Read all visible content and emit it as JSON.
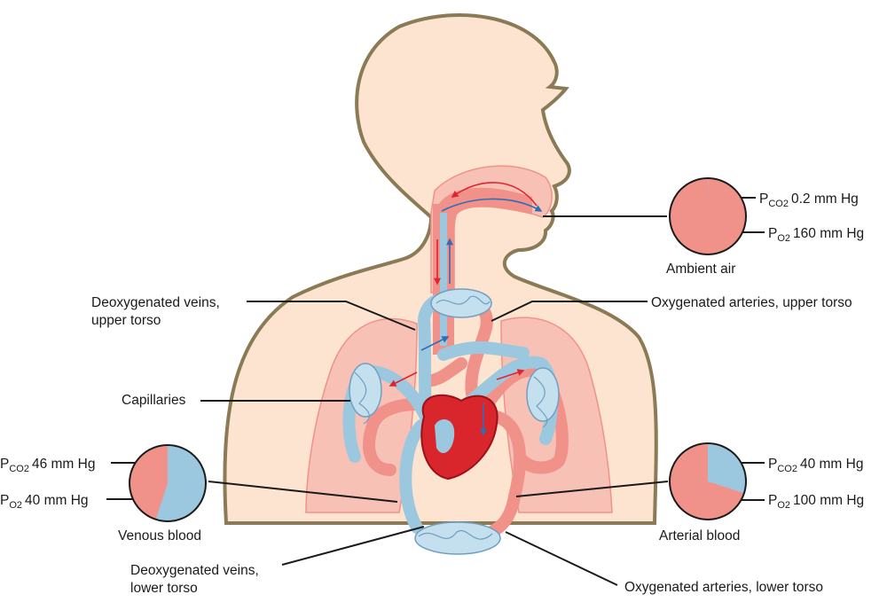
{
  "labels": {
    "deoxy_upper_1": "Deoxygenated veins,",
    "deoxy_upper_2": "upper torso",
    "oxy_upper": "Oxygenated arteries, upper torso",
    "capillaries": "Capillaries",
    "deoxy_lower_1": "Deoxygenated veins,",
    "deoxy_lower_2": "lower torso",
    "oxy_lower": "Oxygenated arteries, lower torso"
  },
  "gauges": {
    "ambient": {
      "caption": "Ambient air",
      "pco2": {
        "P": "P",
        "sub": "CO2",
        "value": "0.2 mm Hg"
      },
      "po2": {
        "P": "P",
        "sub": "O2",
        "value": "160 mm Hg"
      },
      "blue_fraction": 0.001
    },
    "venous": {
      "caption": "Venous blood",
      "pco2": {
        "P": "P",
        "sub": "CO2",
        "value": "46 mm Hg"
      },
      "po2": {
        "P": "P",
        "sub": "O2",
        "value": "40 mm Hg"
      },
      "blue_fraction": 0.55
    },
    "arterial": {
      "caption": "Arterial blood",
      "pco2": {
        "P": "P",
        "sub": "CO2",
        "value": "40 mm Hg"
      },
      "po2": {
        "P": "P",
        "sub": "O2",
        "value": "100 mm Hg"
      },
      "blue_fraction": 0.3
    }
  },
  "colors": {
    "oxygenated": "#f0928a",
    "deoxygenated": "#9cc8df",
    "skin": "#fde4d0",
    "outline": "#8a7a55",
    "heart": "#d8262c",
    "lung": "#f7c1b5",
    "arrow_red": "#e0242d",
    "arrow_blue": "#2f6db5"
  }
}
